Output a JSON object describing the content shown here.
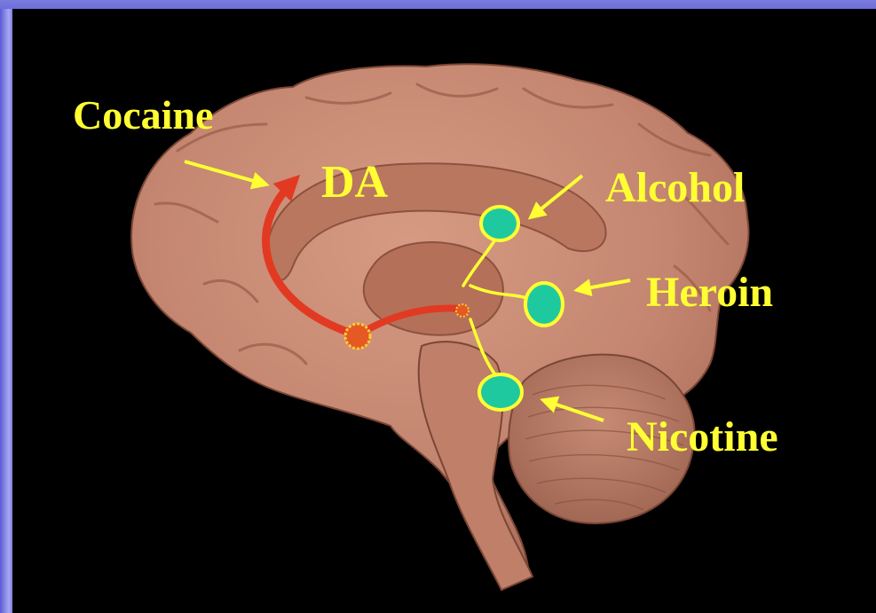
{
  "colors": {
    "background": "#000000",
    "frame": "#6464d8",
    "brain": "#c98a74",
    "pathway": "#e23a22",
    "label": "#ffff33",
    "target": "#1fc9a0"
  },
  "labels": {
    "cocaine": "Cocaine",
    "da": "DA",
    "alcohol": "Alcohol",
    "heroin": "Heroin",
    "nicotine": "Nicotine"
  }
}
